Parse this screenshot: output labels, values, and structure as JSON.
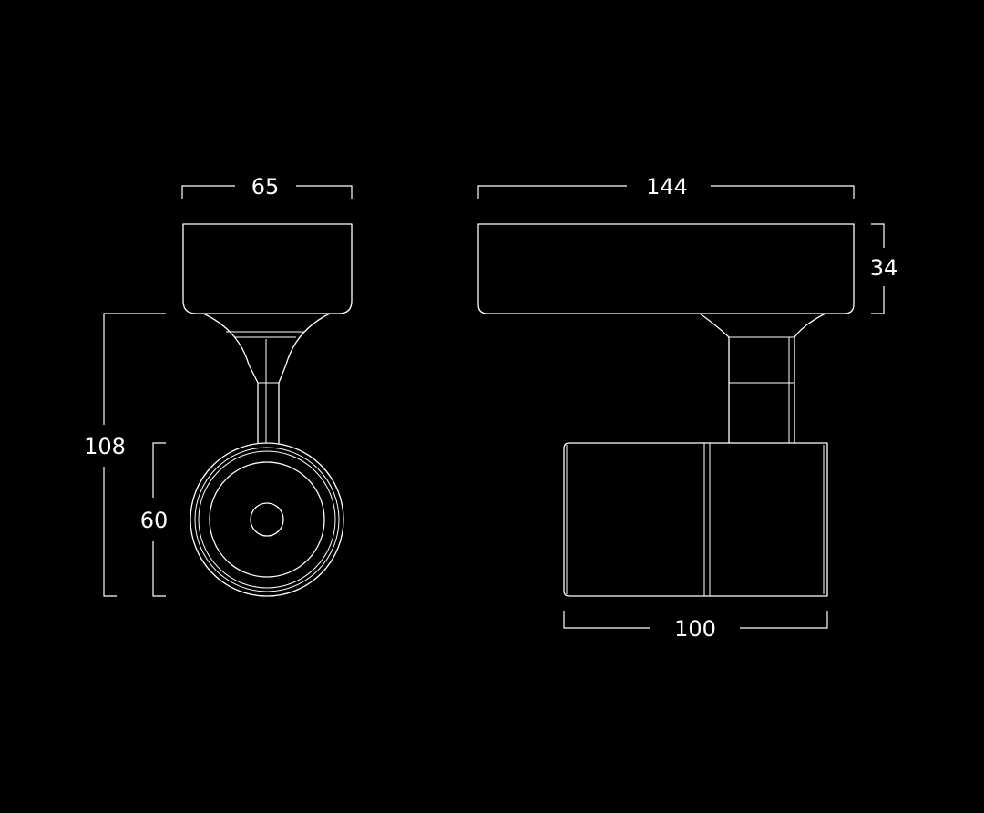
{
  "background_color": "#000000",
  "line_color": "#ffffff",
  "dimensions": {
    "front_width": "65",
    "side_width": "144",
    "base_height": "34",
    "total_height": "108",
    "head_diameter": "60",
    "head_length": "100"
  }
}
